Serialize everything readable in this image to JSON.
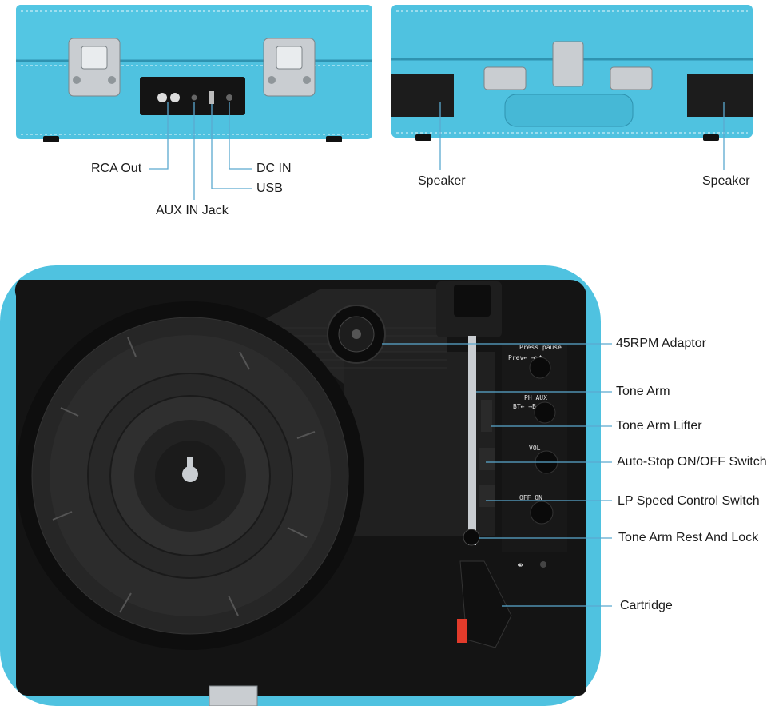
{
  "colors": {
    "case": "#4fc2e0",
    "case_shadow": "#3aa9c8",
    "panel": "#141414",
    "leader": "#5aa9cf",
    "chrome": "#c9cdd1"
  },
  "back_view": {
    "labels": {
      "rca_out": "RCA Out",
      "aux_in": "AUX IN Jack",
      "usb": "USB",
      "dc_in": "DC IN"
    }
  },
  "front_view": {
    "labels": {
      "speaker_left": "Speaker",
      "speaker_right": "Speaker"
    }
  },
  "top_view": {
    "labels": {
      "adaptor": "45RPM Adaptor",
      "tone_arm": "Tone Arm",
      "tone_arm_lifter": "Tone Arm Lifter",
      "auto_stop": "Auto-Stop ON/OFF Switch",
      "lp_speed": "LP Speed Control Switch",
      "rest_lock": "Tone Arm Rest And Lock",
      "cartridge": "Cartridge"
    },
    "panel_text": {
      "press_pause": "Press pause",
      "prev_next": "Prev←  →xt",
      "ph_aux": "PH  AUX",
      "bt_usb": "BT←   →B",
      "vol": "VOL",
      "off_on": "OFF    ON"
    }
  }
}
